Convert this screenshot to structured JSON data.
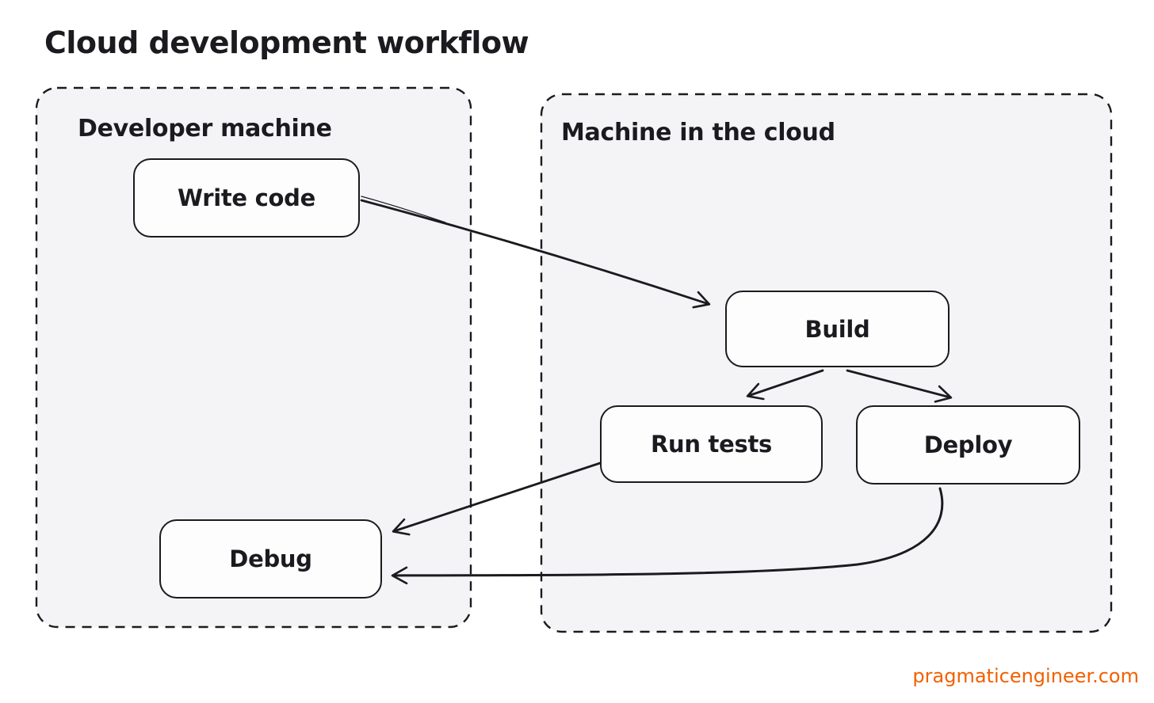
{
  "title": "Cloud development workflow",
  "containers": [
    {
      "id": "developer-machine",
      "label": "Developer machine"
    },
    {
      "id": "machine-in-the-cloud",
      "label": "Machine in the cloud"
    }
  ],
  "nodes": [
    {
      "id": "write-code",
      "label": "Write code",
      "container": "developer-machine"
    },
    {
      "id": "build",
      "label": "Build",
      "container": "machine-in-the-cloud"
    },
    {
      "id": "run-tests",
      "label": "Run tests",
      "container": "machine-in-the-cloud"
    },
    {
      "id": "deploy",
      "label": "Deploy",
      "container": "machine-in-the-cloud"
    },
    {
      "id": "debug",
      "label": "Debug",
      "container": "developer-machine"
    }
  ],
  "edges": [
    {
      "from": "write-code",
      "to": "build"
    },
    {
      "from": "build",
      "to": "run-tests"
    },
    {
      "from": "build",
      "to": "deploy"
    },
    {
      "from": "run-tests",
      "to": "debug"
    },
    {
      "from": "deploy",
      "to": "debug"
    }
  ],
  "footer": {
    "text": "pragmaticengineer.com"
  },
  "colors": {
    "ink": "#1b1b1f",
    "accent_orange": "#f26000",
    "container_fill": "#f4f4f7",
    "node_fill": "#fdfdfe",
    "background": "#ffffff"
  }
}
